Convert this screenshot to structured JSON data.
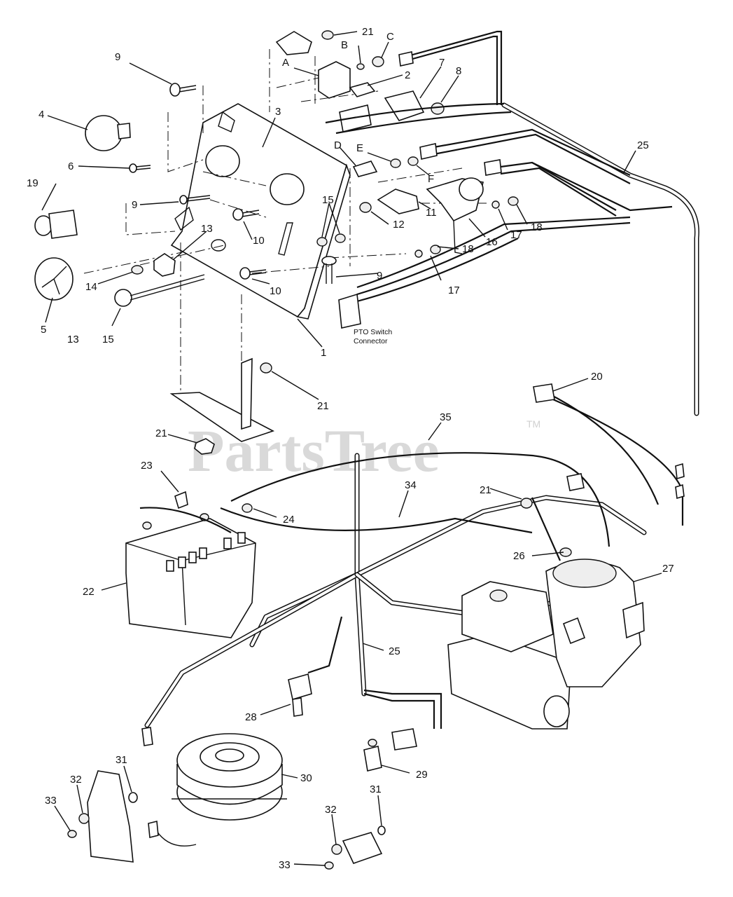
{
  "watermark": "PartsTree",
  "trademark": "TM",
  "connector_note": [
    "PTO Switch",
    "Connector"
  ],
  "callouts": {
    "c21a": "21",
    "cB": "B",
    "cC": "C",
    "cA": "A",
    "c2": "2",
    "c7": "7",
    "c8": "8",
    "c9a": "9",
    "c3": "3",
    "c4": "4",
    "cE": "E",
    "cD": "D",
    "cF": "F",
    "c25a": "25",
    "c6": "6",
    "c19": "19",
    "c9b": "9",
    "c15a": "15",
    "c11": "11",
    "c12": "12",
    "c16": "16",
    "c17a": "17",
    "c18a": "18",
    "c13a": "13",
    "c10a": "10",
    "c18b": "18",
    "c14": "14",
    "c9c": "9",
    "c10b": "10",
    "c17b": "17",
    "c5": "5",
    "c13b": "13",
    "c15b": "15",
    "c1": "1",
    "c20": "20",
    "c21b": "21",
    "c35": "35",
    "c21c": "21",
    "c23": "23",
    "c34": "34",
    "c21d": "21",
    "c24": "24",
    "c26": "26",
    "c27": "27",
    "c22": "22",
    "c25b": "25",
    "c28": "28",
    "c29": "29",
    "c30": "30",
    "c31a": "31",
    "c32a": "32",
    "c33a": "33",
    "c31b": "31",
    "c32b": "32",
    "c33b": "33"
  }
}
